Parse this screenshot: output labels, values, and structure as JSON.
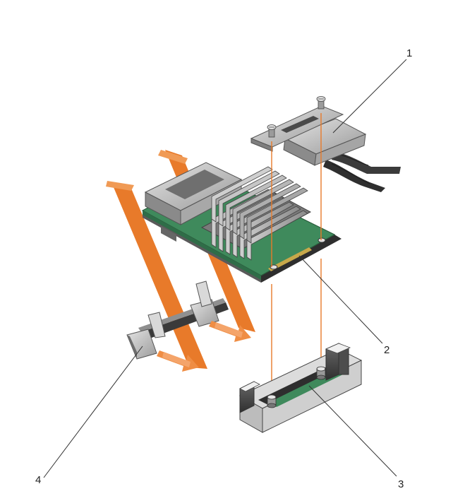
{
  "callouts": {
    "c1": "1",
    "c2": "2",
    "c3": "3",
    "c4": "4"
  },
  "colors": {
    "guide_orange": "#e87a2a",
    "arrow_orange": "#ef8d44",
    "pcb_green": "#3f8a5c",
    "metal_grey": "#bdbdbd",
    "dark_grey": "#4a4a4a",
    "line": "#333333"
  }
}
